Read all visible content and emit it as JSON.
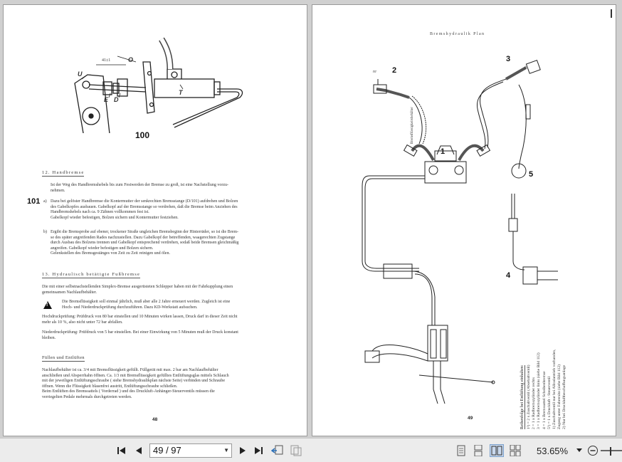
{
  "left_page": {
    "figure_number": "100",
    "figure_labels": [
      "U",
      "E",
      "D",
      "O",
      "T",
      "41±1"
    ],
    "section12_heading": "12. Handbremse",
    "section12_intro": "Ist der Weg des Handbremshebels bis zum Festwerden der Bremse zu groß, ist eine Nachstellung vorzu-\nnehmen.",
    "ref_101": "101",
    "item_a_marker": "a)",
    "item_a_text": "Dazu bei gelöster Handbremse die Kontermutter der senkrechten Bremsstange (D/101) aufdrehen und Bolzen\ndes Gabelkopfes ausbauen. Gabelkopf auf der Bremsstange so verdrehen, daß die Bremse beim Anziehen des\nHandbremshebels nach ca. 9 Zähnen vollkommen fest ist.\nGabelkopf wieder befestigen, Bolzen sichern und Kontermutter festziehen.",
    "item_b_marker": "b)",
    "item_b_text": "Ergibt die Bremsprobe auf ebener, trockener Straße ungleichen Bremsbeginn der Hinterräder, so ist die Brem-\nse des später angreifenden Rades nachzustellen. Dazu Gabelkopf der betreffenden, waagerechten Zugstange\ndurch Ausbau des Bolzens trennen und Gabelkopf entsprechend verdrehen, sodaß beide Bremsen gleichmäßig\nangreifen. Gabelkopf wieder befestigen und Bolzen sichern.\nGelenkstellen des Bremsgestänges von Zeit zu Zeit reinigen und ölen.",
    "section13_heading": "13. Hydraulisch betätigte Fußbremse",
    "section13_intro": "Die mit einer selbstnachstellenden Simplex-Bremse ausgerüsteten Schlepper haben mit der Fahrkupplung einen\ngemeinsamen Nachlaufbehälter.",
    "warning_icon": "warning-triangle-icon",
    "warning_text": "Die Bremsflüssigkeit soll einmal jährlich, muß aber alle 2 Jahre erneuert werden. Zugleich ist eine\nHoch- und Niederdruckprüfung durchzuführen. Dazu KD-Werkstatt aufsuchen.",
    "hochdruck_text": "Hochdruckprüfung: Prüfdruck von 80 bar einstellen und 10 Minuten wirken lassen, Druck darf in dieser Zeit nicht\nmehr als 10 %, also nicht unter 72 bar abfallen.",
    "niederdruck_text": "Niederdruckprüfung: Prüfdruck von 5 bar einstellen. Bei einer Einwirkung von 5 Minuten muß der Druck konstant\nbleiben.",
    "fill_heading": "Füllen und Entlüften",
    "fill_text": "Nachlaufbehälter ist ca. 3/4 mit Bremsflüssigkeit gefüllt. Füllgerät mit max. 2 bar am Nachlaufbehälter\nanschließen und Absperrhahn öffnen. Ca. 1/3 mit Bremsflüssigkeit gefülltes Entlüftungsglas mittels Schlauch\nmit der jeweiligen Entlüftungsschraube ( siehe Bremshydraulikplan nächste Seite) verbinden und Schraube\nöffnen. Wenn die Flüssigkeit blasenfrei austritt, Entlüftungsschraube schließen.\nBeim Entlüften des Bremssattels ( Vorderrad ) und des Druckluft-Anhänger-Steuerventils müssen die\nverriegelten Pedale mehrmals durchgetreten werden.",
    "page_number": "48"
  },
  "right_page": {
    "plan_title": "Bremshydraulik Plan",
    "diagram_labels": [
      "1",
      "2",
      "3",
      "4",
      "5",
      "re",
      "li",
      "Bremsflüssigkeitsbehälter"
    ],
    "legend_title": "Reihenfolge bei Entlüftung einhalten:",
    "legend_lines": [
      "1²)  = 2 x Zuschaltventil (Absehaltventil)",
      "2     = 1 x Radbremszylinder rechts",
      "3     = 1 x Radbremszylinder links  (siehe Bild 112)",
      "4     = 1 x Bremssattel Scheibenbremse",
      "5¹)  = 1 x Druckluft - Steuerventil",
      "1)  Zuschaltventil nur bei Allradantrieb vorhanden,",
      "     Zugang unter Fahrersitz (siehe Bild 112)",
      "2)  Nur bei Druckluftbeschaffungsanlage"
    ],
    "page_number": "49"
  },
  "toolbar": {
    "first_page_icon": "first-page-icon",
    "prev_page_icon": "previous-page-icon",
    "page_field": "49 / 97",
    "next_page_icon": "next-page-icon",
    "last_page_icon": "last-page-icon",
    "zoom_value": "53.65%"
  }
}
